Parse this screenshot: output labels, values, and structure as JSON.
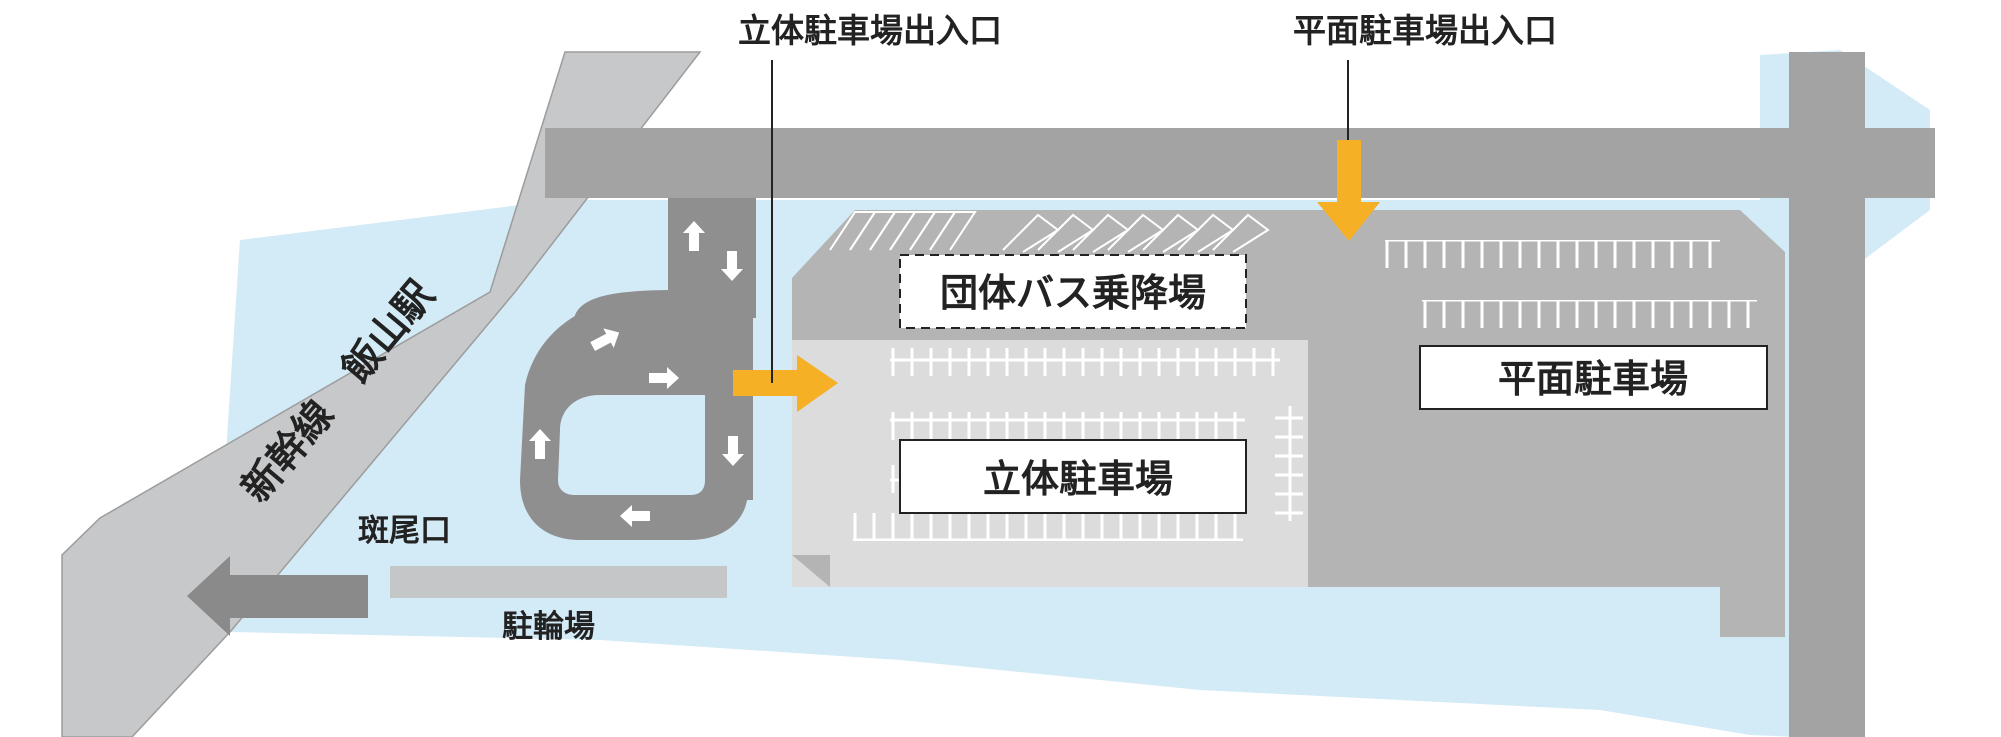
{
  "labels": {
    "multi_entrance": "立体駐車場出入口",
    "flat_entrance": "平面駐車場出入口",
    "bus_area": "団体バス乗降場",
    "multi_parking": "立体駐車場",
    "flat_parking": "平面駐車場",
    "station": "新幹線　飯山駅",
    "hanio_exit": "斑尾口",
    "bicycle": "駐輪場"
  },
  "colors": {
    "water": "#d3eaf7",
    "road": "#a3a3a3",
    "station": "#c7c8ca",
    "lot": "#b4b4b4",
    "multi_lot": "#dcdcdc",
    "arrow_orange": "#f5b025",
    "bicycle": "#c5c6c8",
    "ramp": "#8f8f8f"
  }
}
